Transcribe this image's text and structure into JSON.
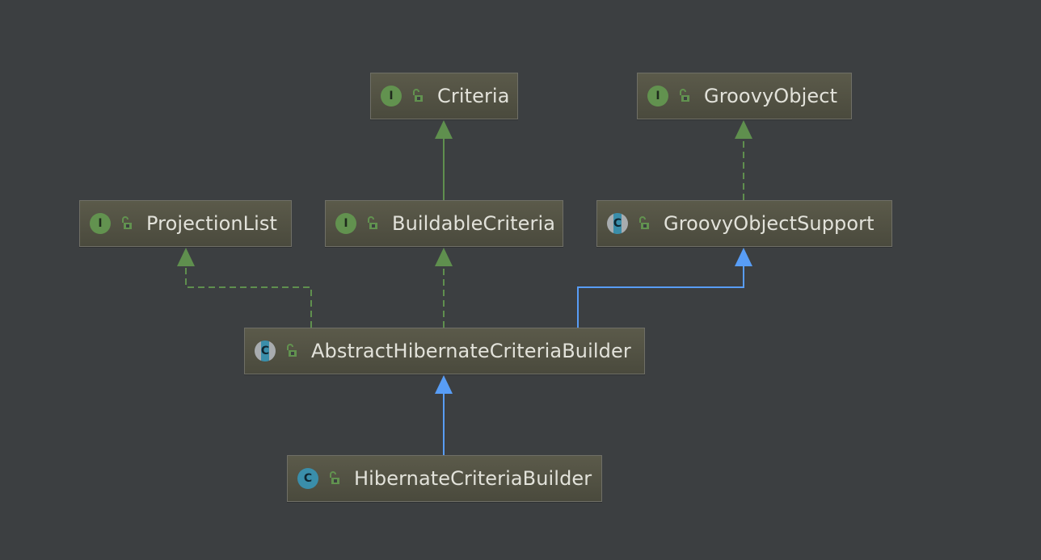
{
  "diagram": {
    "nodes": [
      {
        "id": "criteria",
        "label": "Criteria",
        "kind": "interface",
        "badge": "I"
      },
      {
        "id": "groovy-object",
        "label": "GroovyObject",
        "kind": "interface",
        "badge": "I"
      },
      {
        "id": "projection-list",
        "label": "ProjectionList",
        "kind": "interface",
        "badge": "I"
      },
      {
        "id": "buildable-criteria",
        "label": "BuildableCriteria",
        "kind": "interface",
        "badge": "I"
      },
      {
        "id": "groovy-object-support",
        "label": "GroovyObjectSupport",
        "kind": "abstract-class",
        "badge": "C"
      },
      {
        "id": "abstract-hibernate-criteria-builder",
        "label": "AbstractHibernateCriteriaBuilder",
        "kind": "abstract-class",
        "badge": "C"
      },
      {
        "id": "hibernate-criteria-builder",
        "label": "HibernateCriteriaBuilder",
        "kind": "class",
        "badge": "C"
      }
    ],
    "edges": [
      {
        "from": "buildable-criteria",
        "to": "criteria",
        "relation": "extends-interface"
      },
      {
        "from": "groovy-object-support",
        "to": "groovy-object",
        "relation": "implements"
      },
      {
        "from": "abstract-hibernate-criteria-builder",
        "to": "projection-list",
        "relation": "implements"
      },
      {
        "from": "abstract-hibernate-criteria-builder",
        "to": "buildable-criteria",
        "relation": "implements"
      },
      {
        "from": "abstract-hibernate-criteria-builder",
        "to": "groovy-object-support",
        "relation": "extends"
      },
      {
        "from": "hibernate-criteria-builder",
        "to": "abstract-hibernate-criteria-builder",
        "relation": "extends"
      }
    ],
    "colors": {
      "background": "#3c3f41",
      "interface_edge": "#5f8f4e",
      "class_edge": "#589df6",
      "interface_badge": "#62924f",
      "class_badge": "#3a8eaa",
      "access_icon": "#62924f",
      "node_text": "#e2e2da"
    },
    "icons": {
      "access": "unlocked-padlock-icon"
    }
  }
}
